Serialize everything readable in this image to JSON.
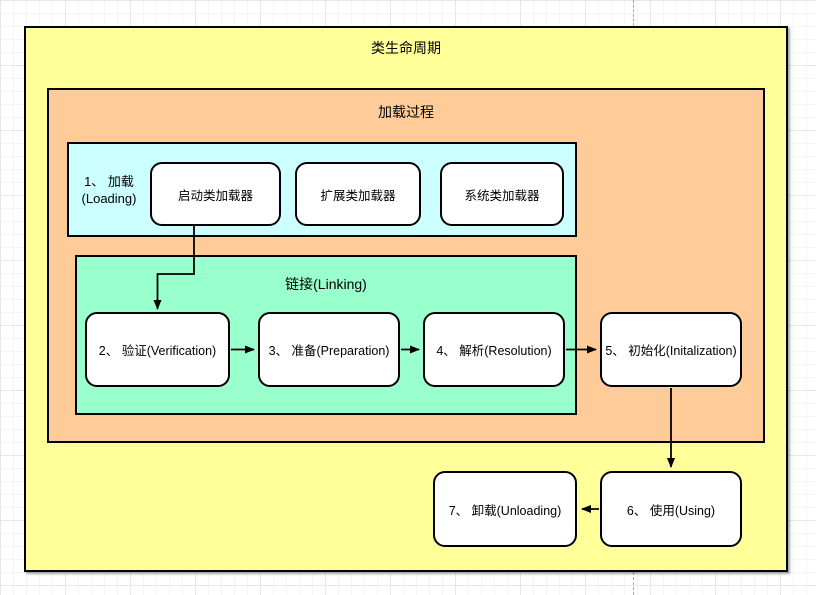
{
  "diagram": {
    "title": "类生命周期",
    "loading_process": {
      "title": "加载过程",
      "loading": {
        "label_line1": "1、 加载",
        "label_line2": "(Loading)",
        "loaders": [
          "启动类加载器",
          "扩展类加载器",
          "系统类加载器"
        ]
      },
      "linking": {
        "title": "链接(Linking)",
        "steps": [
          "2、 验证(Verification)",
          "3、 准备(Preparation)",
          "4、 解析(Resolution)"
        ]
      },
      "initialization_label": "5、 初始化(Initalization)"
    },
    "using_label": "6、 使用(Using)",
    "unloading_label": "7、 卸载(Unloading)"
  },
  "colors": {
    "lifecycle_fill": "#FFFF99",
    "loading_process_fill": "#FFCC99",
    "loading_fill": "#CCFFFF",
    "linking_fill": "#99FFCC",
    "node_fill": "#FFFFFF",
    "stroke": "#000000",
    "grid_line": "#E7E7E7",
    "page_divider": "#AAAAAA"
  }
}
